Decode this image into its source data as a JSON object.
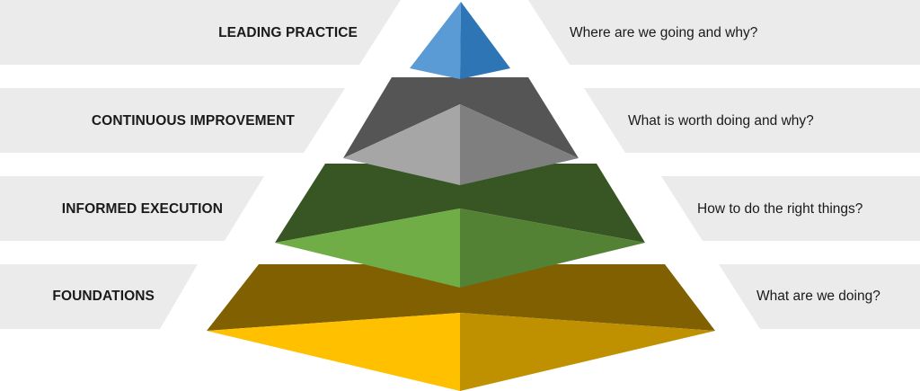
{
  "levels": [
    {
      "left_label": "LEADING PRACTICE",
      "right_label": "Where are we going and why?"
    },
    {
      "left_label": "CONTINUOUS IMPROVEMENT",
      "right_label": "What is worth doing and why?"
    },
    {
      "left_label": "INFORMED EXECUTION",
      "right_label": "How to do the right things?"
    },
    {
      "left_label": "FOUNDATIONS",
      "right_label": "What are we doing?"
    }
  ],
  "colors": {
    "band": "#ebebeb",
    "tier_blue": {
      "top": "#3f6d9e",
      "left": "#5b9bd5",
      "right": "#2e75b6"
    },
    "tier_gray": {
      "top": "#555555",
      "left": "#a6a6a6",
      "right": "#7f7f7f"
    },
    "tier_green": {
      "top": "#375623",
      "left": "#70ad47",
      "right": "#548235"
    },
    "tier_yellow": {
      "top": "#806000",
      "left": "#ffc000",
      "right": "#bf9000"
    }
  }
}
